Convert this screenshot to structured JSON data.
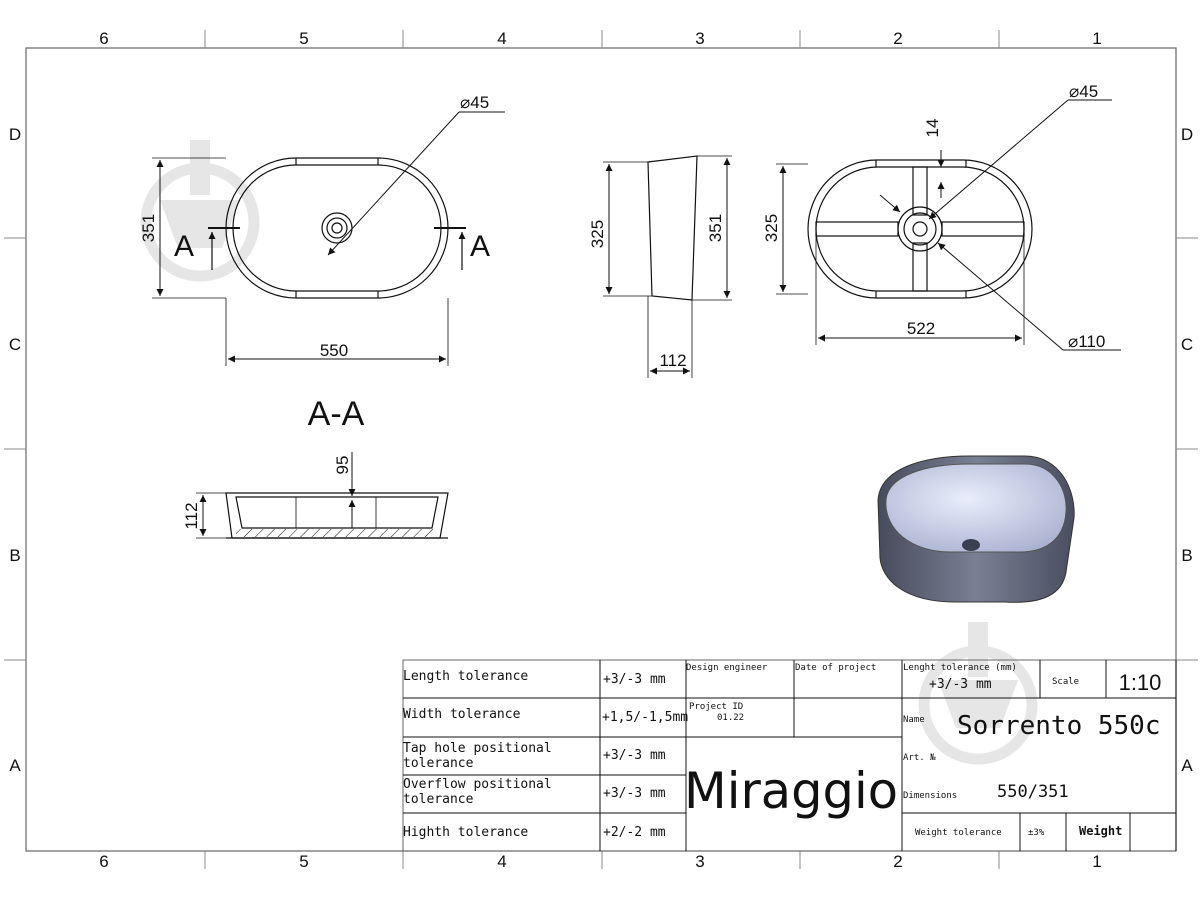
{
  "border": {
    "cols_top": [
      "6",
      "5",
      "4",
      "3",
      "2",
      "1"
    ],
    "cols_bottom": [
      "6",
      "5",
      "4",
      "3",
      "2",
      "1"
    ],
    "rows_left": [
      "D",
      "C",
      "B",
      "A"
    ],
    "rows_right": [
      "D",
      "C",
      "B",
      "A"
    ]
  },
  "views": {
    "top": {
      "hole_dia": "⌀45",
      "height": "351",
      "width": "550",
      "section_mark": "A"
    },
    "side": {
      "height_inner": "325",
      "height_outer": "351",
      "depth": "112"
    },
    "bottom": {
      "hole_dia": "⌀45",
      "rib": "14",
      "height": "325",
      "width": "522",
      "outlet_dia": "⌀110"
    },
    "section": {
      "title": "A-A",
      "inner_depth": "95",
      "height": "112"
    }
  },
  "title_block": {
    "tolerances": [
      {
        "label": "Length tolerance",
        "value": "+3/-3 mm"
      },
      {
        "label": "Width tolerance",
        "value": "+1,5/-1,5mm"
      },
      {
        "label": "Tap hole positional tolerance",
        "line1": "Tap hole positional",
        "line2": "tolerance",
        "value": "+3/-3 mm"
      },
      {
        "label": "Overflow positional tolerance",
        "line1": "Overflow positional",
        "line2": "tolerance",
        "value": "+3/-3 mm"
      },
      {
        "label": "Highth tolerance",
        "value": "+2/-2 mm"
      }
    ],
    "design_engineer": "Design engineer",
    "date_of_project": "Date of project",
    "project_id_label": "Project ID",
    "project_id": "01.22",
    "brand": "Miraggio",
    "length_tol_label": "Lenght tolerance (mm)",
    "length_tol_value": "+3/-3 mm",
    "scale_label": "Scale",
    "scale": "1:10",
    "name_label": "Name",
    "name": "Sorrento 550c",
    "art_label": "Art. №",
    "art": "",
    "dimensions_label": "Dimensions",
    "dimensions": "550/351",
    "weight_tol_label": "Weight tolerance",
    "weight_tol": "±3%",
    "weight_label": "Weight",
    "weight": ""
  },
  "colors": {
    "line": "#111111",
    "frame": "#888888",
    "basin_outer": "#5a5f73",
    "basin_inner": "#d2d8f0"
  },
  "icons": [
    "watermark-icon"
  ]
}
